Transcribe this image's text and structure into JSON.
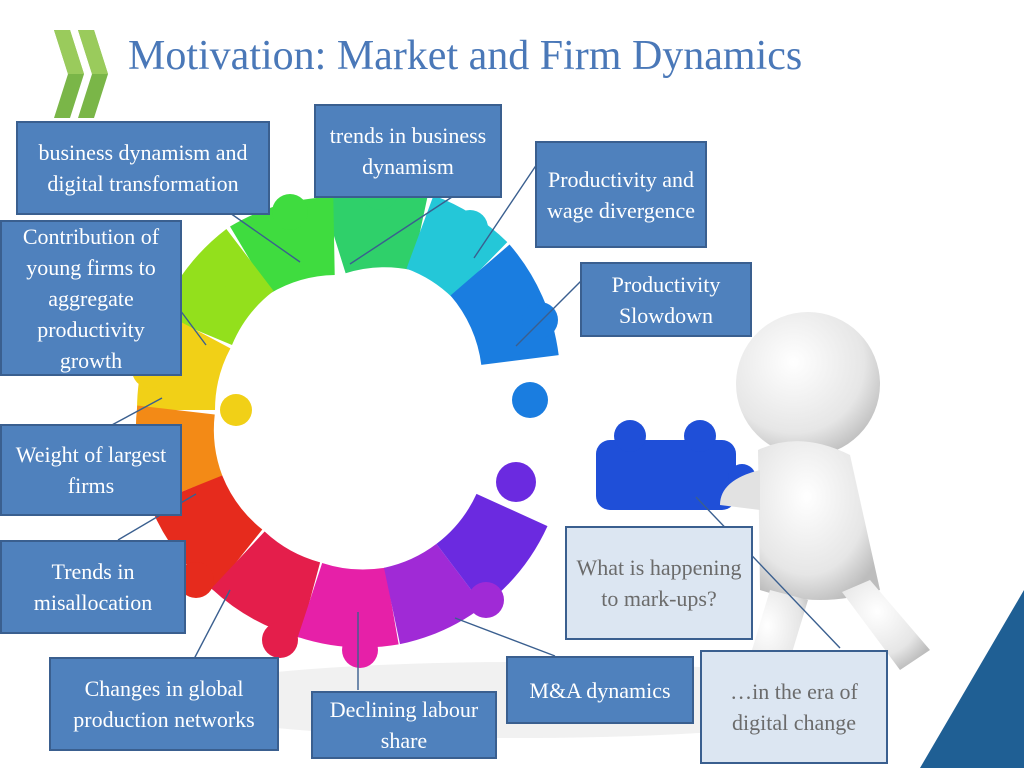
{
  "slide": {
    "title": "Motivation: Market and Firm Dynamics",
    "logo_icon": "double-chevron-logo-icon",
    "colors": {
      "title": "#4a78b8",
      "box_fill": "#4f81bd",
      "box_border": "#3a5f8f",
      "light_box_fill": "#dce6f2",
      "accent": "#1f5f94"
    }
  },
  "boxes": {
    "business_dynamism_digital": "business dynamism and digital transformation",
    "trends_business_dynamism": "trends in business dynamism",
    "productivity_wage": "Productivity and wage divergence",
    "productivity_slowdown": "Productivity Slowdown",
    "young_firms": "Contribution of young firms to aggregate productivity growth",
    "weight_largest": "Weight of largest firms",
    "misallocation": "Trends in misallocation",
    "global_networks": "Changes in global production networks",
    "labour_share": "Declining labour share",
    "ma_dynamics": "M&A dynamics",
    "markups": "What is happening to mark-ups?",
    "digital_change": "…in the era of digital change"
  }
}
